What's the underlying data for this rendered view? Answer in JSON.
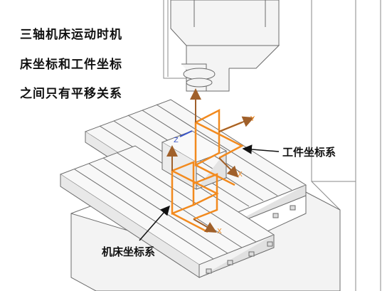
{
  "caption": {
    "line1": "三轴机床运动时机",
    "line2": "床坐标和工件坐标",
    "line3": "之间只有平移关系"
  },
  "labels": {
    "workpiece_cs": "工件坐标系",
    "machine_cs": "机床坐标系"
  },
  "axis_letters": {
    "workpiece_y": "Y",
    "workpiece_z": "Z",
    "workpiece_x": "X",
    "machine_x": "X"
  },
  "colors": {
    "frame": "#f28a1e",
    "arrow": "#a0602a",
    "z_axis": "#3a55c8",
    "machine_line": "#6b6b6b",
    "machine_fill": "#f2f2f2"
  }
}
